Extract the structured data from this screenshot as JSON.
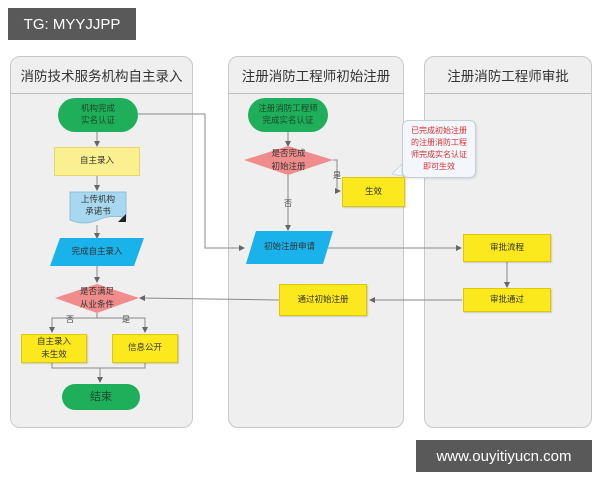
{
  "watermark_top": "TG: MYYJJPP",
  "watermark_bottom": "www.ouyitiyucn.com",
  "lanes": [
    {
      "title": "消防技术服务机构自主录入"
    },
    {
      "title": "注册消防工程师初始注册"
    },
    {
      "title": "注册消防工程师审批"
    }
  ],
  "lane1": {
    "start": "机构完成\n实名认证",
    "self_entry": "自主录入",
    "upload": "上传机构\n承诺书",
    "complete_entry": "完成自主录入",
    "decision": "是否满足\n从业条件",
    "no_label": "否",
    "yes_label": "是",
    "not_effective": "自主录入\n未生效",
    "info_public": "信息公开",
    "end": "结束"
  },
  "lane2": {
    "start": "注册消防工程师\n完成实名认证",
    "decision": "是否完成\n初始注册",
    "yes_label": "是",
    "no_label": "否",
    "effective": "生效",
    "apply": "初始注册申请",
    "passed": "通过初始注册"
  },
  "lane3": {
    "approval_flow": "审批流程",
    "approval_passed": "审批通过"
  },
  "note": "已完成初始注册\n的注册消防工程\n师完成实名认证\n即可生效",
  "colors": {
    "terminal": "#1fae5a",
    "process": "#fbe91d",
    "process_light": "#fbf08f",
    "data": "#19b2ea",
    "decision": "#f08c8c",
    "document": "#a8d8ef",
    "note_text": "#d93030",
    "lane_bg": "#efefef"
  }
}
